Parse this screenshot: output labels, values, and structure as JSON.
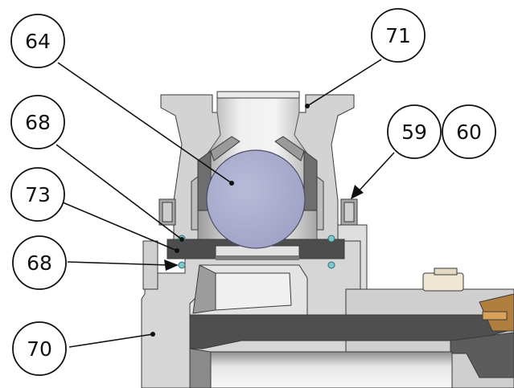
{
  "diagram": {
    "callouts": [
      {
        "id": "c64",
        "label": "64"
      },
      {
        "id": "c71",
        "label": "71"
      },
      {
        "id": "c68a",
        "label": "68"
      },
      {
        "id": "c59",
        "label": "59"
      },
      {
        "id": "c60",
        "label": "60"
      },
      {
        "id": "c73",
        "label": "73"
      },
      {
        "id": "c68b",
        "label": "68"
      },
      {
        "id": "c70",
        "label": "70"
      }
    ]
  },
  "colors": {
    "body_light": "#dcdcdc",
    "body_mid": "#c2c2c2",
    "body_dark": "#8c8c8c",
    "section_dark": "#4a4a4a",
    "ball": "#a3a6c9",
    "seal_ring": "#7fc7cf",
    "brass": "#cdbb9a"
  }
}
